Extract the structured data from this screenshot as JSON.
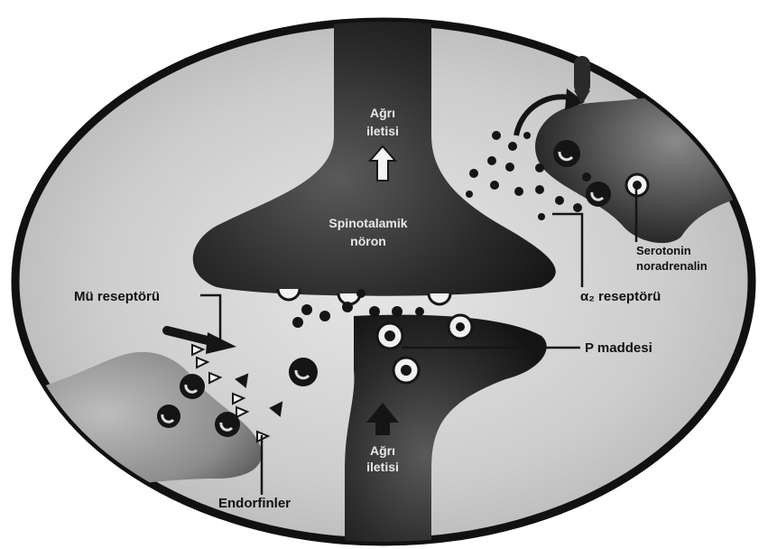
{
  "labels": {
    "agri_top_line1": "Ağrı",
    "agri_top_line2": "iletisi",
    "spinotalamik_line1": "Spinotalamik",
    "spinotalamik_line2": "nöron",
    "serotonin_line1": "Serotonin",
    "serotonin_line2": "noradrenalin",
    "alpha2": "α₂ reseptörü",
    "mu_reseptoru": "Mü reseptörü",
    "p_maddesi": "P maddesi",
    "agri_bottom_line1": "Ağrı",
    "agri_bottom_line2": "iletisi",
    "endorfinler": "Endorfinler"
  },
  "colors": {
    "ink": "#151515",
    "neuron_dark": "#1c1c1c",
    "neuron_mid": "#3a3a3a",
    "background_gray": "#cfcfcf",
    "paper": "#ffffff"
  }
}
